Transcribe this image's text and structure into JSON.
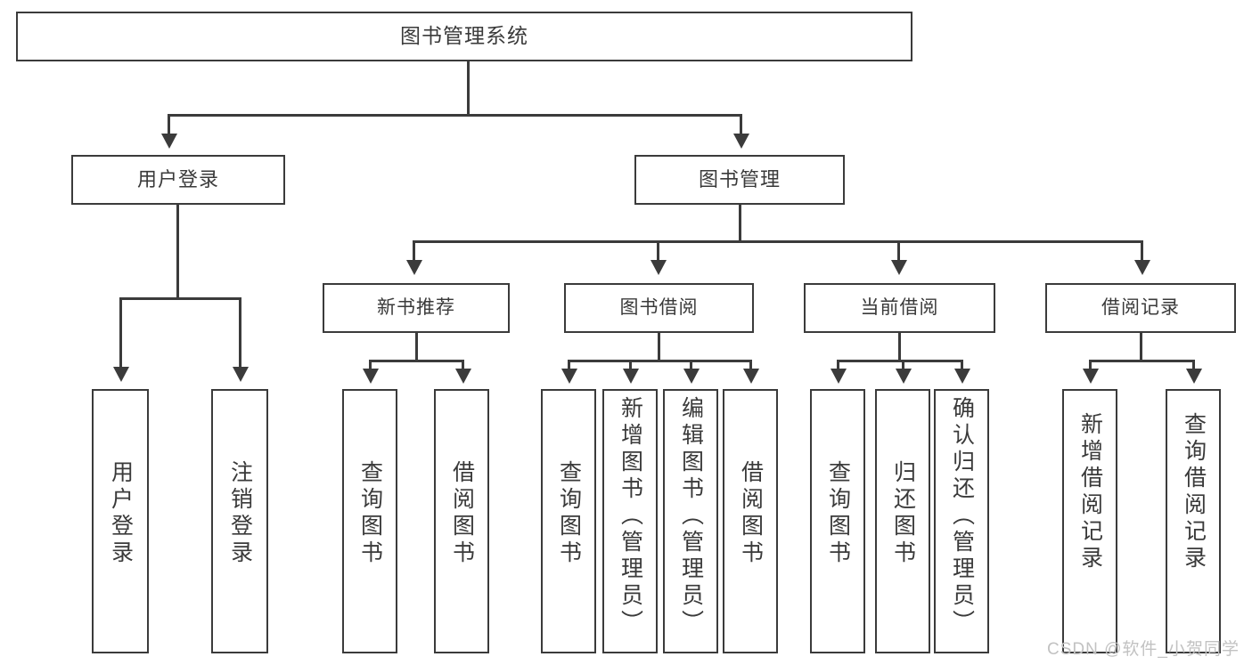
{
  "diagram": {
    "title": "图书管理系统",
    "root": {
      "label": "图书管理系统"
    },
    "level2": [
      {
        "label": "用户登录"
      },
      {
        "label": "图书管理"
      }
    ],
    "level3": [
      {
        "label": "新书推荐"
      },
      {
        "label": "图书借阅"
      },
      {
        "label": "当前借阅"
      },
      {
        "label": "借阅记录"
      }
    ],
    "leaves": {
      "user_login": [
        {
          "label": "用户登录"
        },
        {
          "label": "注销登录"
        }
      ],
      "new_book": [
        {
          "label": "查询图书"
        },
        {
          "label": "借阅图书"
        }
      ],
      "book_borrow": [
        {
          "label": "查询图书"
        },
        {
          "label": "新增图书（管理员）"
        },
        {
          "label": "编辑图书（管理员）"
        },
        {
          "label": "借阅图书"
        }
      ],
      "current_borrow": [
        {
          "label": "查询图书"
        },
        {
          "label": "归还图书"
        },
        {
          "label": "确认归还（管理员）"
        }
      ],
      "borrow_record": [
        {
          "label": "新增借阅记录"
        },
        {
          "label": "查询借阅记录"
        }
      ]
    }
  },
  "watermark": {
    "text": "CSDN @软件_小贺同学"
  },
  "colors": {
    "stroke": "#3b3b3b",
    "text": "#3a3a3a",
    "background": "#ffffff",
    "watermark": "#c2c2c2"
  }
}
